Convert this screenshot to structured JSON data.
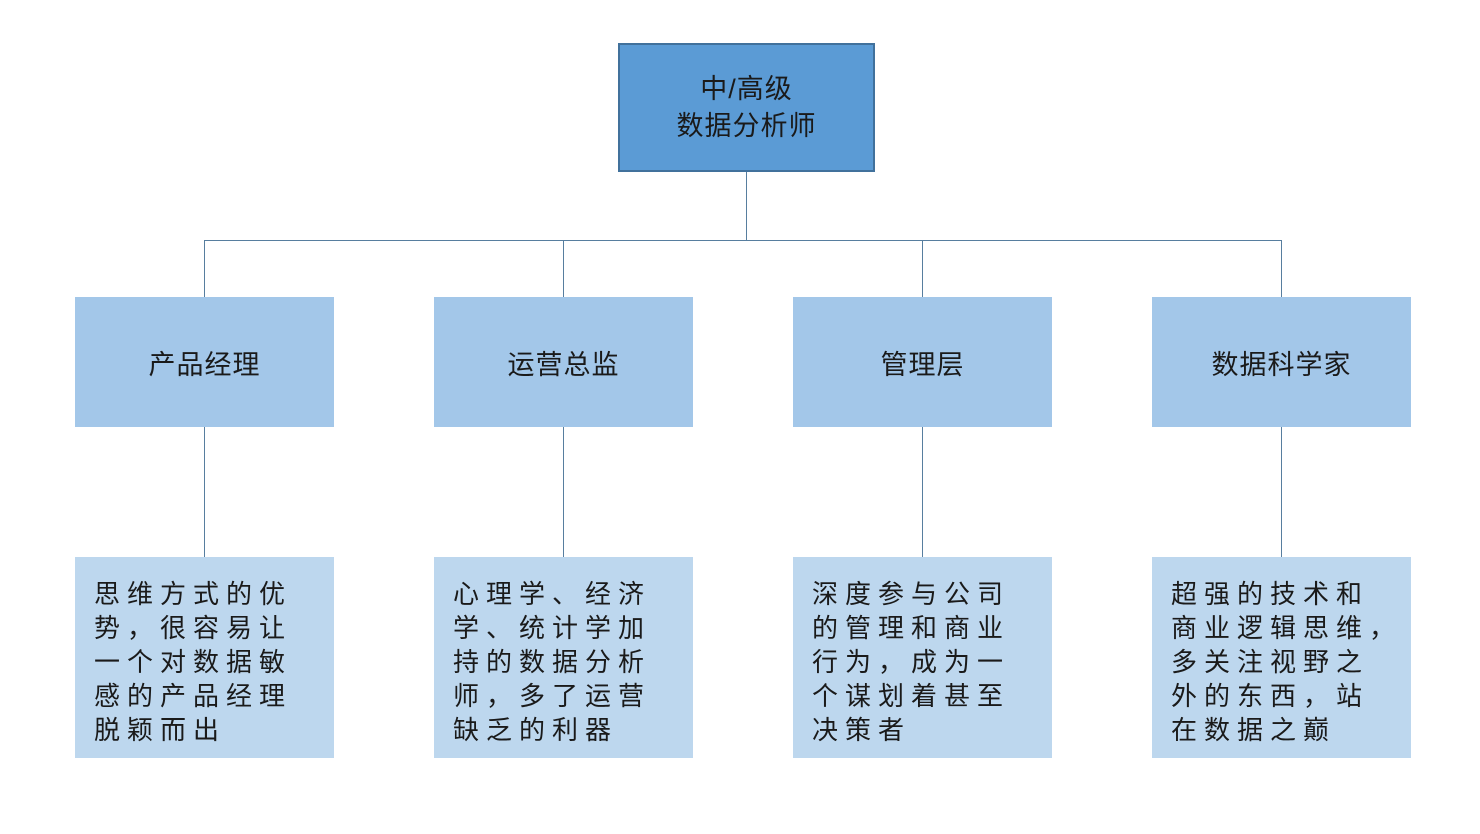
{
  "diagram": {
    "root": {
      "label": "中/高级\n数据分析师"
    },
    "branches": [
      {
        "title": "产品经理",
        "description": "思维方式的优\n势，很容易让\n一个对数据敏\n感的产品经理\n脱颖而出"
      },
      {
        "title": "运营总监",
        "description": "心理学、经济\n学、统计学加\n持的数据分析\n师，多了运营\n缺乏的利器"
      },
      {
        "title": "管理层",
        "description": "深度参与公司\n的管理和商业\n行为，成为一\n个谋划着甚至\n决策者"
      },
      {
        "title": "数据科学家",
        "description": "超强的技术和\n商业逻辑思维，\n多关注视野之\n外的东西，站\n在数据之巅"
      }
    ],
    "colors": {
      "root_fill": "#5B9BD5",
      "root_border": "#41719C",
      "title_fill": "#A3C7E9",
      "description_fill": "#BDD7EE",
      "connector": "#577E9F",
      "text": "#1A1A1A"
    }
  }
}
